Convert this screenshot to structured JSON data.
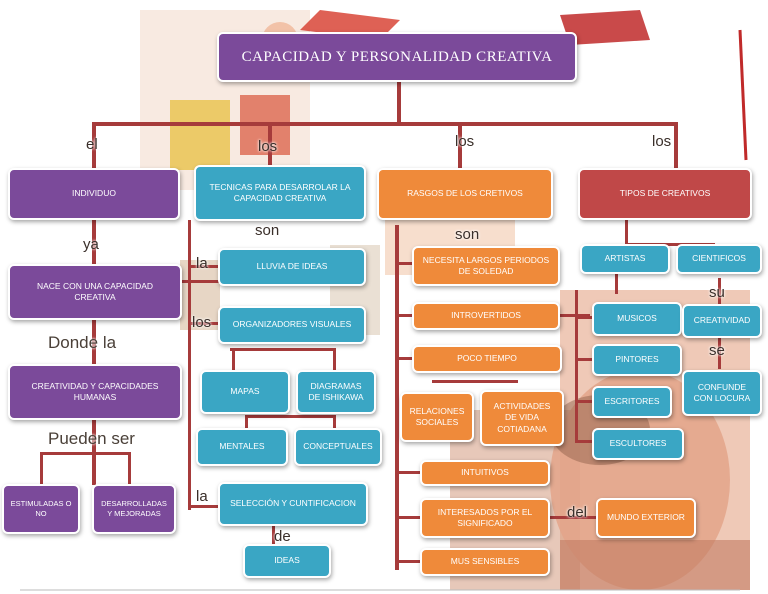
{
  "colors": {
    "purple": "#7b4a9a",
    "teal": "#3aa6c4",
    "orange": "#ef8a3a",
    "red": "#c04848",
    "connector": "#a63b3b"
  },
  "title": "CAPACIDAD Y PERSONALIDAD CREATIVA",
  "connectors": {
    "el": "el",
    "los_1": "los",
    "los_2": "los",
    "los_3": "los",
    "ya": "ya",
    "donde_la": "Donde la",
    "pueden_ser": "Pueden ser",
    "son_1": "son",
    "la_1": "la",
    "los_4": "los",
    "la_2": "la",
    "de": "de",
    "son_2": "son",
    "del": "del",
    "su": "su",
    "se": "se"
  },
  "individuo": {
    "label": "INDIVIDUO",
    "nace": "NACE CON UNA CAPACIDAD CREATIVA",
    "creatividad": "CREATIVIDAD Y CAPACIDADES HUMANAS",
    "estimuladas": "ESTIMULADAS O NO",
    "desarrolladas": "DESARROLLADAS Y MEJORADAS"
  },
  "tecnicas": {
    "label": "TECNICAS PARA DESARROLAR LA CAPACIDAD CREATIVA",
    "lluvia": "LLUVIA DE IDEAS",
    "organizadores": "ORGANIZADORES VISUALES",
    "mapas": "MAPAS",
    "diagramas": "DIAGRAMAS DE ISHIKAWA",
    "mentales": "MENTALES",
    "conceptuales": "CONCEPTUALES",
    "seleccion": "SELECCIÓN Y CUNTIFICACION",
    "ideas": "IDEAS"
  },
  "rasgos": {
    "label": "RASGOS DE LOS CRETIVOS",
    "soledad": "NECESITA LARGOS PERIODOS DE SOLEDAD",
    "introvertidos": "INTROVERTIDOS",
    "poco_tiempo": "POCO TIEMPO",
    "relaciones": "RELACIONES SOCIALES",
    "actividades": "ACTIVIDADES DE VIDA COTIADANA",
    "intuitivos": "INTUITIVOS",
    "interesados": "INTERESADOS POR EL SIGNIFICADO",
    "mundo": "MUNDO EXTERIOR",
    "sensibles": "MUS SENSIBLES"
  },
  "tipos": {
    "label": "TIPOS DE CREATIVOS",
    "artistas": "ARTISTAS",
    "cientificos": "CIENTIFICOS",
    "musicos": "MUSICOS",
    "creatividad": "CREATIVIDAD",
    "pintores": "PINTORES",
    "confunde": "CONFUNDE CON LOCURA",
    "escritores": "ESCRITORES",
    "escultores": "ESCULTORES"
  }
}
